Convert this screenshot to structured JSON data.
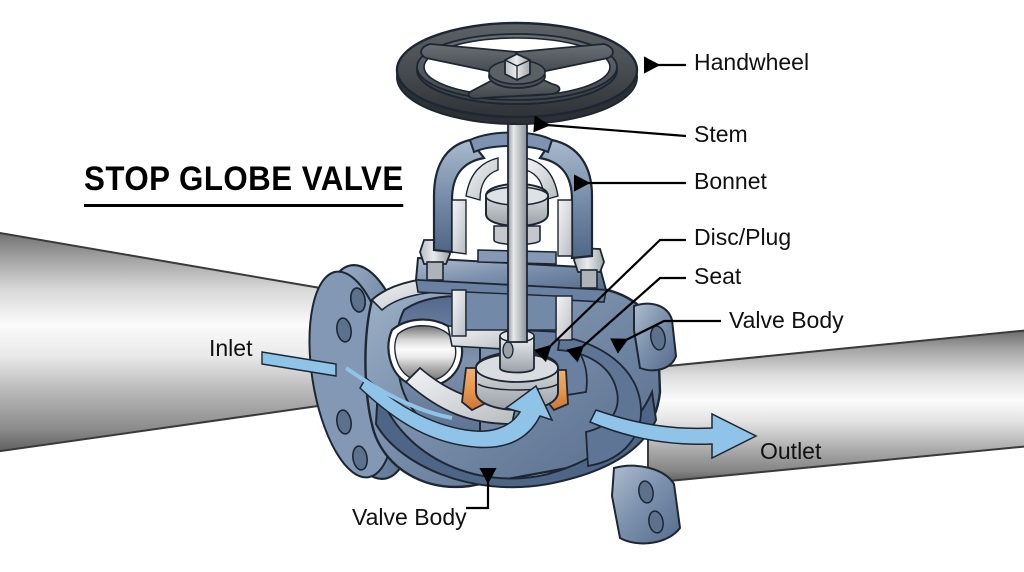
{
  "diagram": {
    "title": "STOP GLOBE VALVE",
    "type": "technical cutaway illustration",
    "subject": "Stop globe valve installed in a pipeline",
    "background_color": "#ffffff"
  },
  "labels": {
    "handwheel": "Handwheel",
    "stem": "Stem",
    "bonnet": "Bonnet",
    "disc_plug": "Disc/Plug",
    "seat": "Seat",
    "valve_body_right": "Valve Body",
    "valve_body_bottom": "Valve Body",
    "inlet": "Inlet",
    "outlet": "Outlet"
  },
  "colors": {
    "label_text": "#111111",
    "title_text": "#000000",
    "leader_line": "#000000",
    "handwheel_dark": "#3c4145",
    "handwheel_mid": "#55595d",
    "body_steel_blue": "#6e86a4",
    "body_steel_blue_dark": "#4d6party",
    "body_highlight": "#b9c7d8",
    "seat_orange": "#e8964c",
    "flow_arrow_blue": "#8fc3e8",
    "pipe_metal_light": "#f2f2f2",
    "pipe_metal_dark": "#6d6d6d",
    "stem_gray": "#cfd2d4"
  },
  "components": [
    {
      "name": "handwheel",
      "description": "three-spoke cast wheel with center hex nut"
    },
    {
      "name": "stem",
      "description": "vertical polished rod through bonnet"
    },
    {
      "name": "bonnet",
      "description": "yoke casting bolted to valve body"
    },
    {
      "name": "disc-plug",
      "description": "cylindrical plug on stem end"
    },
    {
      "name": "seat",
      "description": "orange seat rings under the disc"
    },
    {
      "name": "valve-body",
      "description": "cutaway globe body with flanges"
    },
    {
      "name": "inlet-pipe",
      "description": "upstream metallic pipe, left side"
    },
    {
      "name": "outlet-pipe",
      "description": "downstream metallic pipe, right side"
    }
  ],
  "flow": {
    "inlet_direction": "left to right",
    "outlet_direction": "left to right",
    "arrow_color": "#8fc3e8"
  },
  "watermark": {
    "icon": "sparkle-star-icon",
    "color": "#ffffff"
  }
}
